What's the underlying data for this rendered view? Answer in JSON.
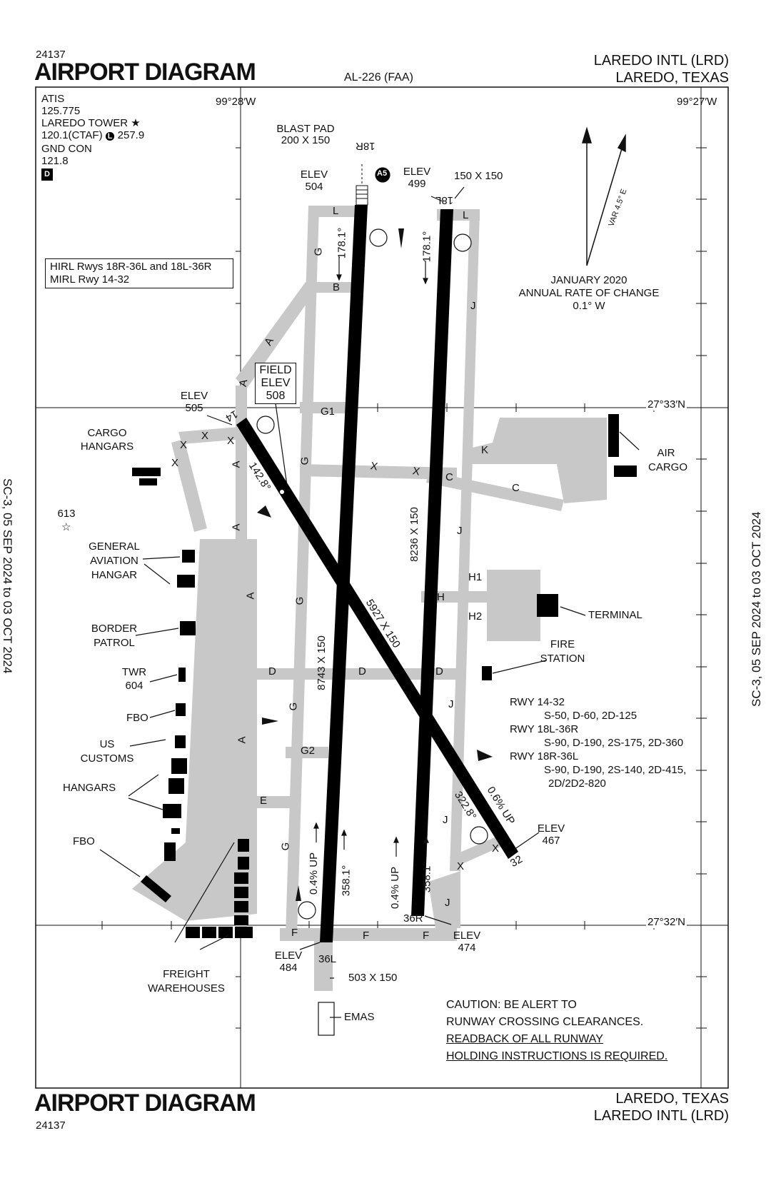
{
  "header": {
    "chart_id": "24137",
    "title": "AIRPORT DIAGRAM",
    "procedure": "AL-226 (FAA)",
    "airport": "LAREDO INTL (LRD)",
    "city": "LAREDO, TEXAS"
  },
  "footer": {
    "chart_id": "24137",
    "title": "AIRPORT DIAGRAM",
    "city": "LAREDO, TEXAS",
    "airport": "LAREDO INTL (LRD)"
  },
  "edition_left": "SC-3, 05 SEP 2024 to 03 OCT 2024",
  "edition_right": "SC-3, 05 SEP 2024 to 03 OCT 2024",
  "comms": {
    "atis_label": "ATIS",
    "atis_freq": "125.775",
    "tower_label": "LAREDO TOWER ★",
    "tower_freq": "120.1(CTAF)",
    "tower_badge": "L",
    "tower_freq2": "257.9",
    "gnd_label": "GND CON",
    "gnd_freq": "121.8",
    "d_badge": "D"
  },
  "lighting": {
    "line1": "HIRL Rwys 18R-36L and 18L-36R",
    "line2": "MIRL Rwy 14-32"
  },
  "coords": {
    "lon_w": "99°28′W",
    "lon_e": "99°27′W",
    "lat_n": "27°33′N",
    "lat_s": "27°32′N"
  },
  "variation": {
    "var": "VAR 4.5° E",
    "line1": "JANUARY 2020",
    "line2": "ANNUAL RATE OF CHANGE",
    "line3": "0.1° W"
  },
  "labels": {
    "blast_pad_1": "BLAST PAD",
    "blast_pad_2": "200 X 150",
    "elev_label": "ELEV",
    "elev_504": "504",
    "elev_499": "499",
    "pad_150": "150 X 150",
    "elev_505": "505",
    "field_elev_1": "FIELD",
    "field_elev_2": "ELEV",
    "field_elev_3": "508",
    "cargo_hangars_1": "CARGO",
    "cargo_hangars_2": "HANGARS",
    "obst": "613",
    "ga_1": "GENERAL",
    "ga_2": "AVIATION",
    "ga_3": "HANGAR",
    "border_1": "BORDER",
    "border_2": "PATROL",
    "twr_1": "TWR",
    "twr_2": "604",
    "fbo": "FBO",
    "us_1": "US",
    "us_2": "CUSTOMS",
    "hangars": "HANGARS",
    "fbo2": "FBO",
    "freight_1": "FREIGHT",
    "freight_2": "WAREHOUSES",
    "air_cargo_1": "AIR",
    "air_cargo_2": "CARGO",
    "terminal": "TERMINAL",
    "fire_1": "FIRE",
    "fire_2": "STATION",
    "elev_467": "467",
    "elev_474": "474",
    "elev_484": "484",
    "pad_503": "503 X 150",
    "emas": "EMAS"
  },
  "runways": {
    "r18r": "18R",
    "r18l": "18L",
    "r14": "14",
    "r32": "32",
    "r36l": "36L",
    "r36r": "36R",
    "hdg_178a": "178.1°",
    "hdg_178b": "178.1°",
    "hdg_142": "142.8°",
    "hdg_322": "322.8°",
    "hdg_358a": "358.1°",
    "hdg_358b": "358.1°",
    "dim_18r": "8743 X 150",
    "dim_18l": "8236 X 150",
    "dim_14": "5927 X 150",
    "grad_36l": "0.4% UP",
    "grad_36r": "0.4% UP",
    "grad_32": "0.6% UP"
  },
  "taxiways": {
    "A": "A",
    "B": "B",
    "C": "C",
    "D": "D",
    "E": "E",
    "F": "F",
    "G": "G",
    "G1": "G1",
    "G2": "G2",
    "H": "H",
    "H1": "H1",
    "H2": "H2",
    "J": "J",
    "K": "K",
    "L": "L",
    "X": "X"
  },
  "strength": {
    "r14_title": "RWY 14-32",
    "r14_val": "S-50, D-60, 2D-125",
    "r18l_title": "RWY 18L-36R",
    "r18l_val": "S-90, D-190, 2S-175, 2D-360",
    "r18r_title": "RWY 18R-36L",
    "r18r_val1": "S-90, D-190, 2S-140, 2D-415,",
    "r18r_val2": "2D/2D2-820"
  },
  "caution": {
    "line1": "CAUTION: BE ALERT TO",
    "line2": "RUNWAY CROSSING CLEARANCES.",
    "line3": "READBACK OF ALL RUNWAY",
    "line4": "HOLDING INSTRUCTIONS IS REQUIRED."
  },
  "colors": {
    "pavement": "#c8c8c8",
    "runway": "#000000",
    "building": "#000000"
  }
}
